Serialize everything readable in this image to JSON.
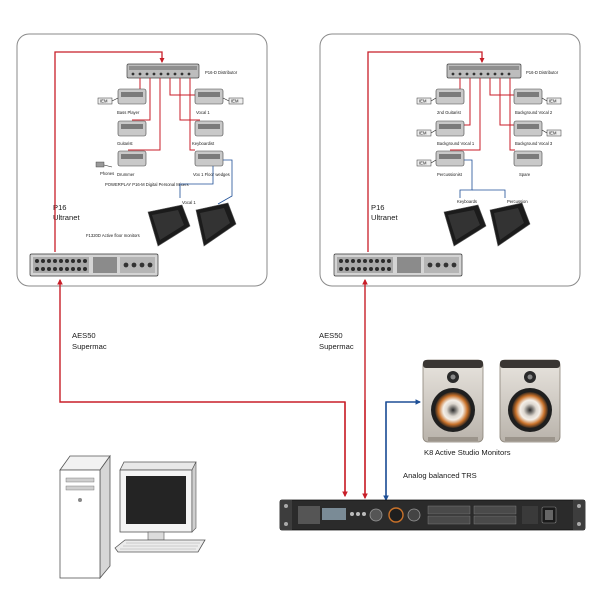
{
  "left_rack": {
    "distributor": "P16-D Distributor",
    "mixers": [
      {
        "label": "Bass Player",
        "iem": true
      },
      {
        "label": "Vocal 1",
        "iem": true
      },
      {
        "label": "Guitarist",
        "iem": false
      },
      {
        "label": "Keyboardist",
        "iem": false
      },
      {
        "label": "Drummer",
        "iem": false
      },
      {
        "label": "Vox 1 Floor wedges",
        "iem": false
      }
    ],
    "phones": "Phones",
    "mixer_caption": "POWERPLAY P16-M Digital Personal Mixers",
    "wedge_label": "Vocal 1",
    "wedge_caption": "F1320D Active floor monitors",
    "link_label_1": "P16",
    "link_label_2": "Ultranet"
  },
  "right_rack": {
    "distributor": "P16-D Distributor",
    "mixers": [
      {
        "label": "2nd Guitarist",
        "iem": true
      },
      {
        "label": "Background Vocal 2",
        "iem": true
      },
      {
        "label": "Background Vocal 1",
        "iem": true
      },
      {
        "label": "Background Vocal 3",
        "iem": true
      },
      {
        "label": "Percussionist",
        "iem": true
      },
      {
        "label": "Spare",
        "iem": false
      }
    ],
    "wedge_labels": [
      "Keyboards",
      "Percussion"
    ],
    "link_label_1": "P16",
    "link_label_2": "Ultranet"
  },
  "iem_tag": "IEM",
  "aes_label_left_1": "AES50",
  "aes_label_left_2": "Supermac",
  "aes_label_right_1": "AES50",
  "aes_label_right_2": "Supermac",
  "monitors_label": "K8 Active Studio Monitors",
  "trs_label": "Analog balanced TRS",
  "colors": {
    "aes": "#c81e28",
    "analog": "#1e4f96",
    "frame": "#7a7a7a"
  }
}
